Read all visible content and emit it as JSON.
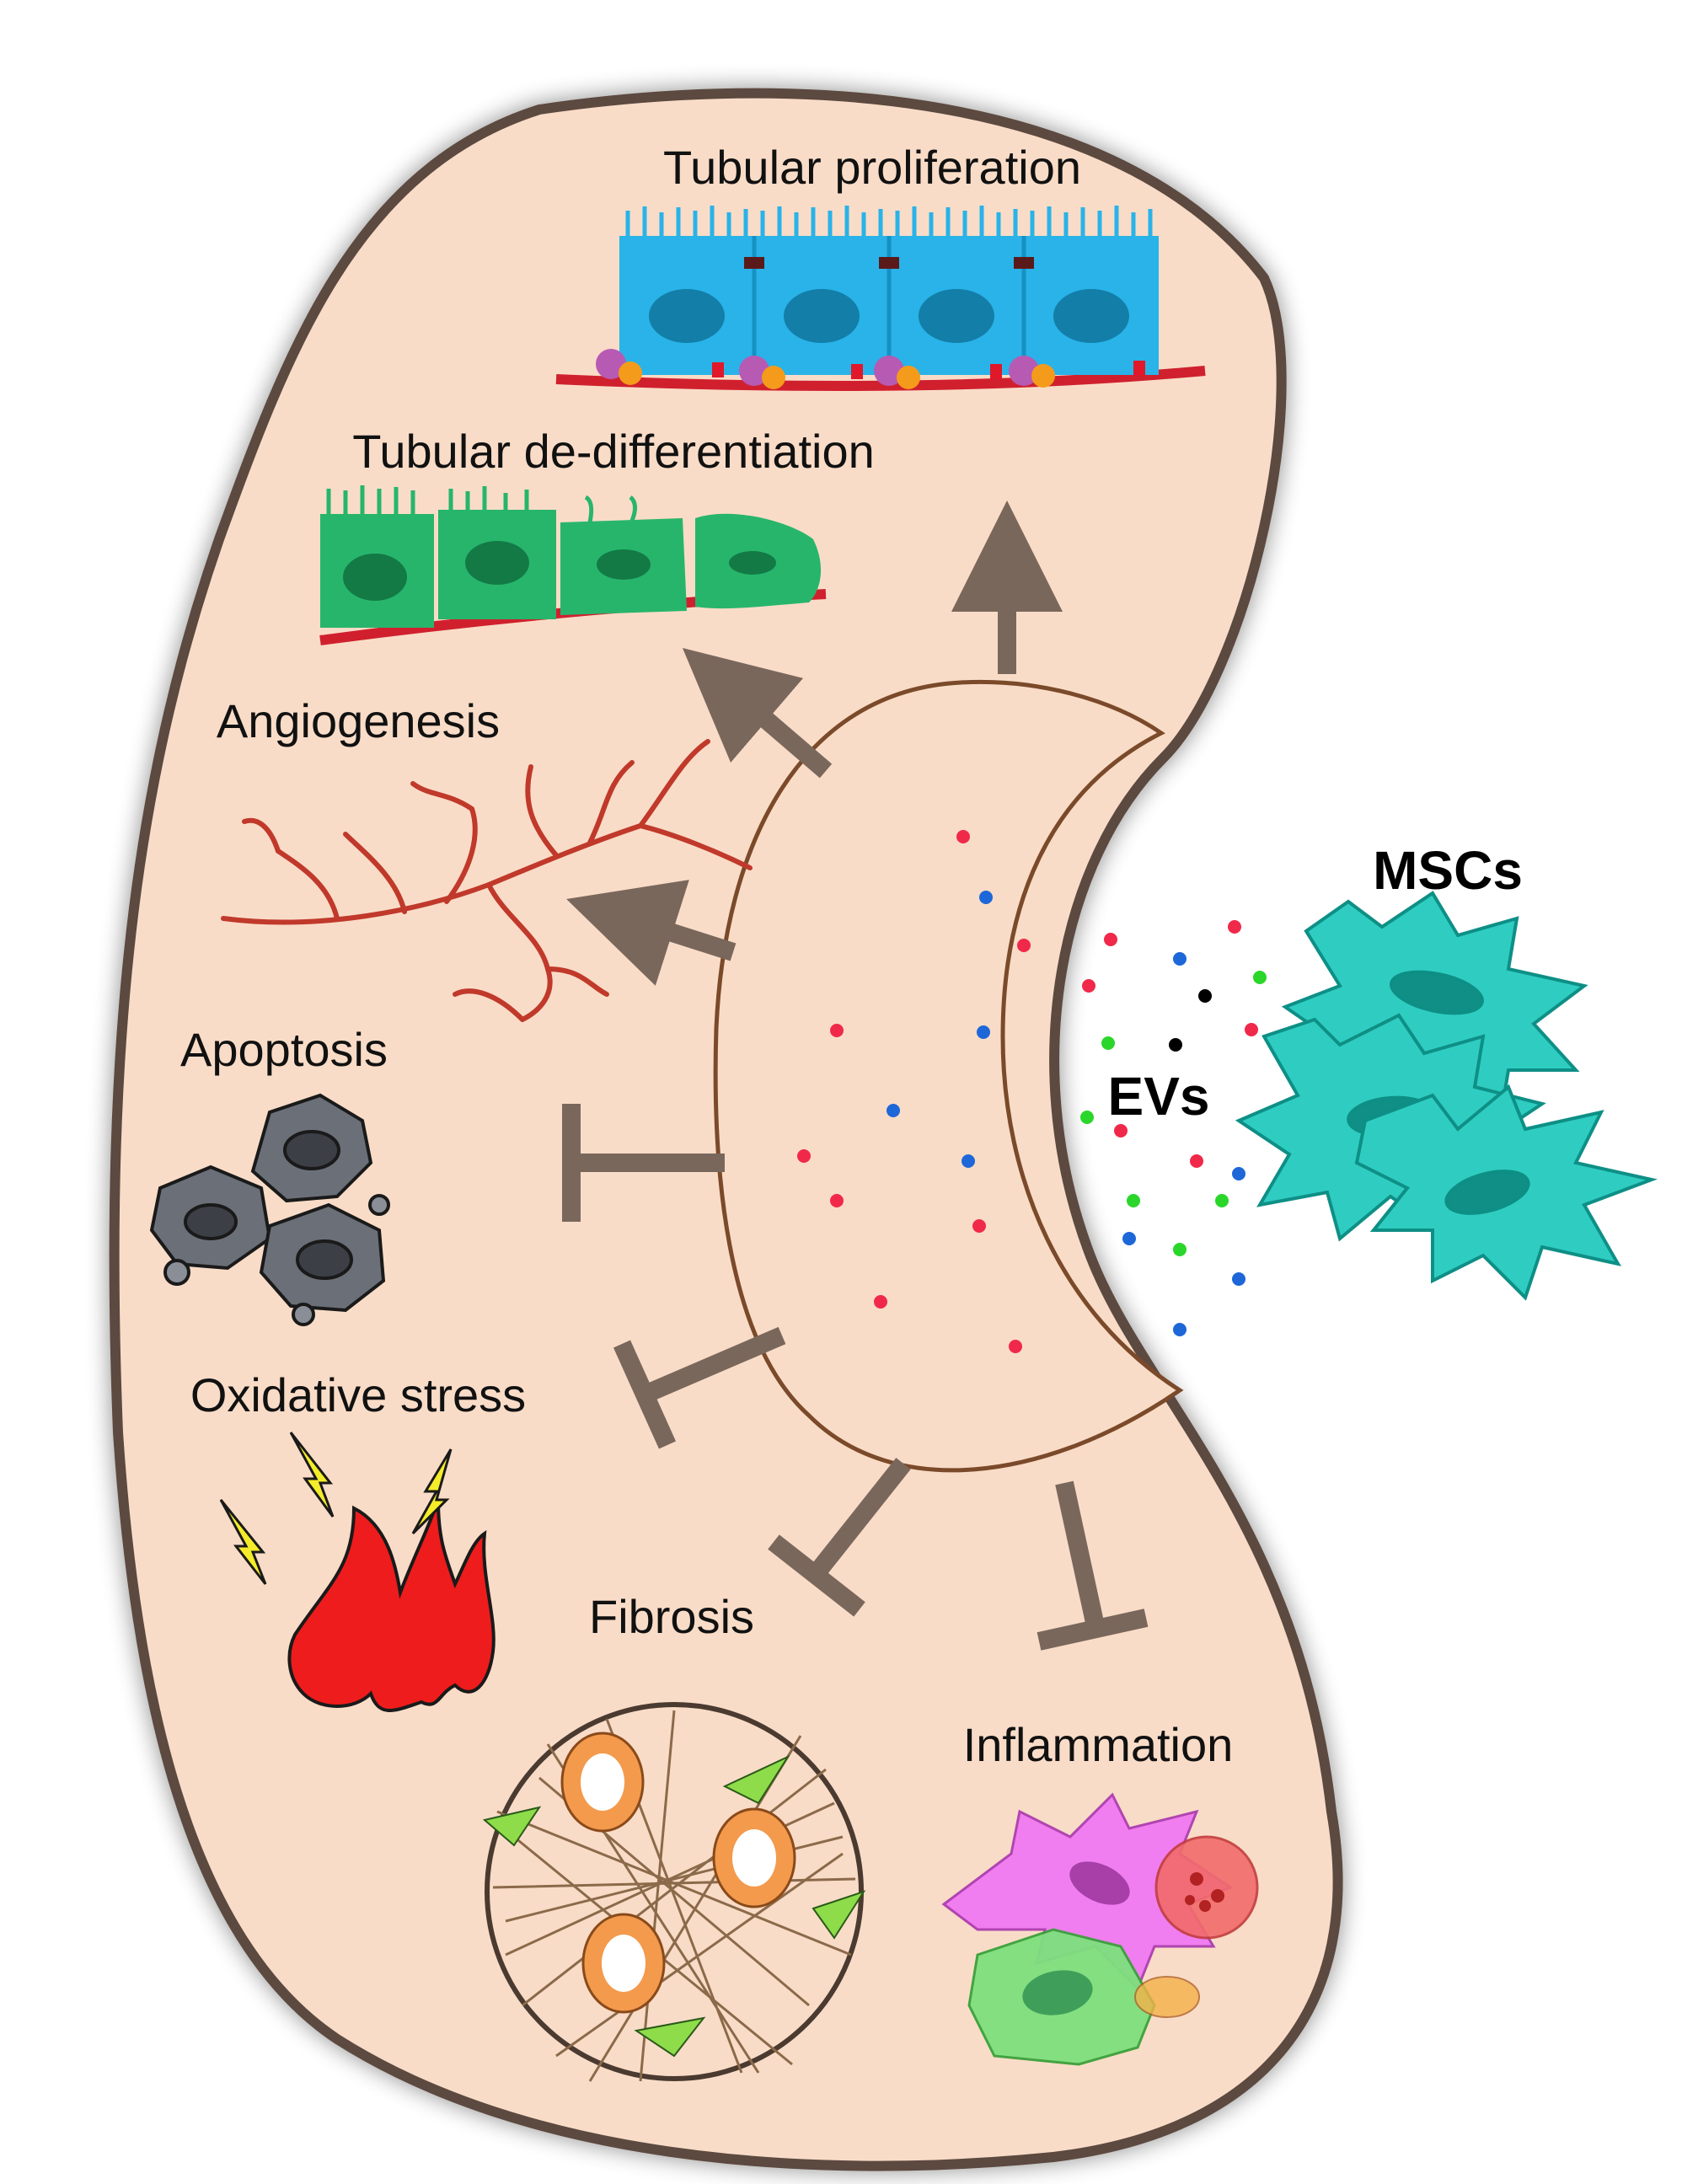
{
  "labels": {
    "tubular_proliferation": "Tubular proliferation",
    "tubular_dedifferentiation": "Tubular de-differentiation",
    "angiogenesis": "Angiogenesis",
    "apoptosis": "Apoptosis",
    "oxidative_stress": "Oxidative stress",
    "fibrosis": "Fibrosis",
    "inflammation": "Inflammation",
    "mscs": "MSCs",
    "evs": "EVs"
  },
  "effects": {
    "promoted": [
      "Tubular proliferation",
      "Tubular de-differentiation",
      "Angiogenesis"
    ],
    "inhibited": [
      "Apoptosis",
      "Oxidative stress",
      "Fibrosis",
      "Inflammation"
    ]
  },
  "colors": {
    "kidney_fill": "#f9dcc7",
    "kidney_outline": "#5c4a3f",
    "arrow": "#7a675c",
    "tubular_cell_blue": "#29b3e8",
    "tubular_cell_green": "#27b56c",
    "basement_membrane": "#d0202e",
    "vessel": "#c0392b",
    "apoptotic_cell": "#6b6f78",
    "flame": "#ee1c1c",
    "lightning": "#f4ec2a",
    "msc": "#2fcdc1",
    "ev_red": "#f0294a",
    "ev_blue": "#1e67d8",
    "ev_green": "#2bd62b",
    "ev_black": "#000000",
    "macrophage": "#f07ef0",
    "immune_cell_green": "#7ee07e",
    "neutrophil": "#f26b6b"
  }
}
